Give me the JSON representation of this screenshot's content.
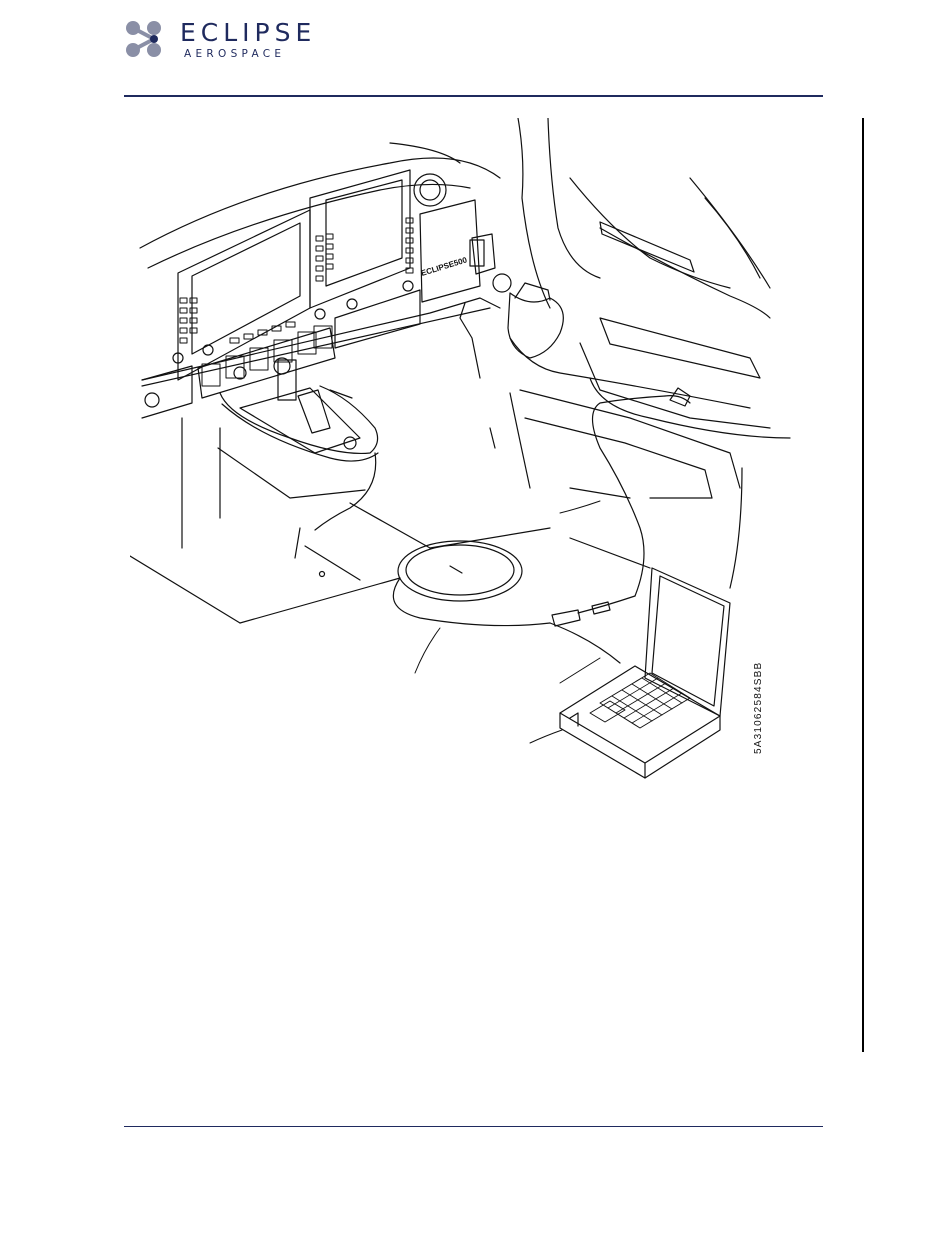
{
  "header": {
    "brand_word": "ECLIPSE",
    "brand_sub": "AEROSPACE",
    "brand_color": "#1f2a5e"
  },
  "figure": {
    "panel_badge": "ECLIPSE500",
    "drawing_id": "5A31062584SBB"
  }
}
